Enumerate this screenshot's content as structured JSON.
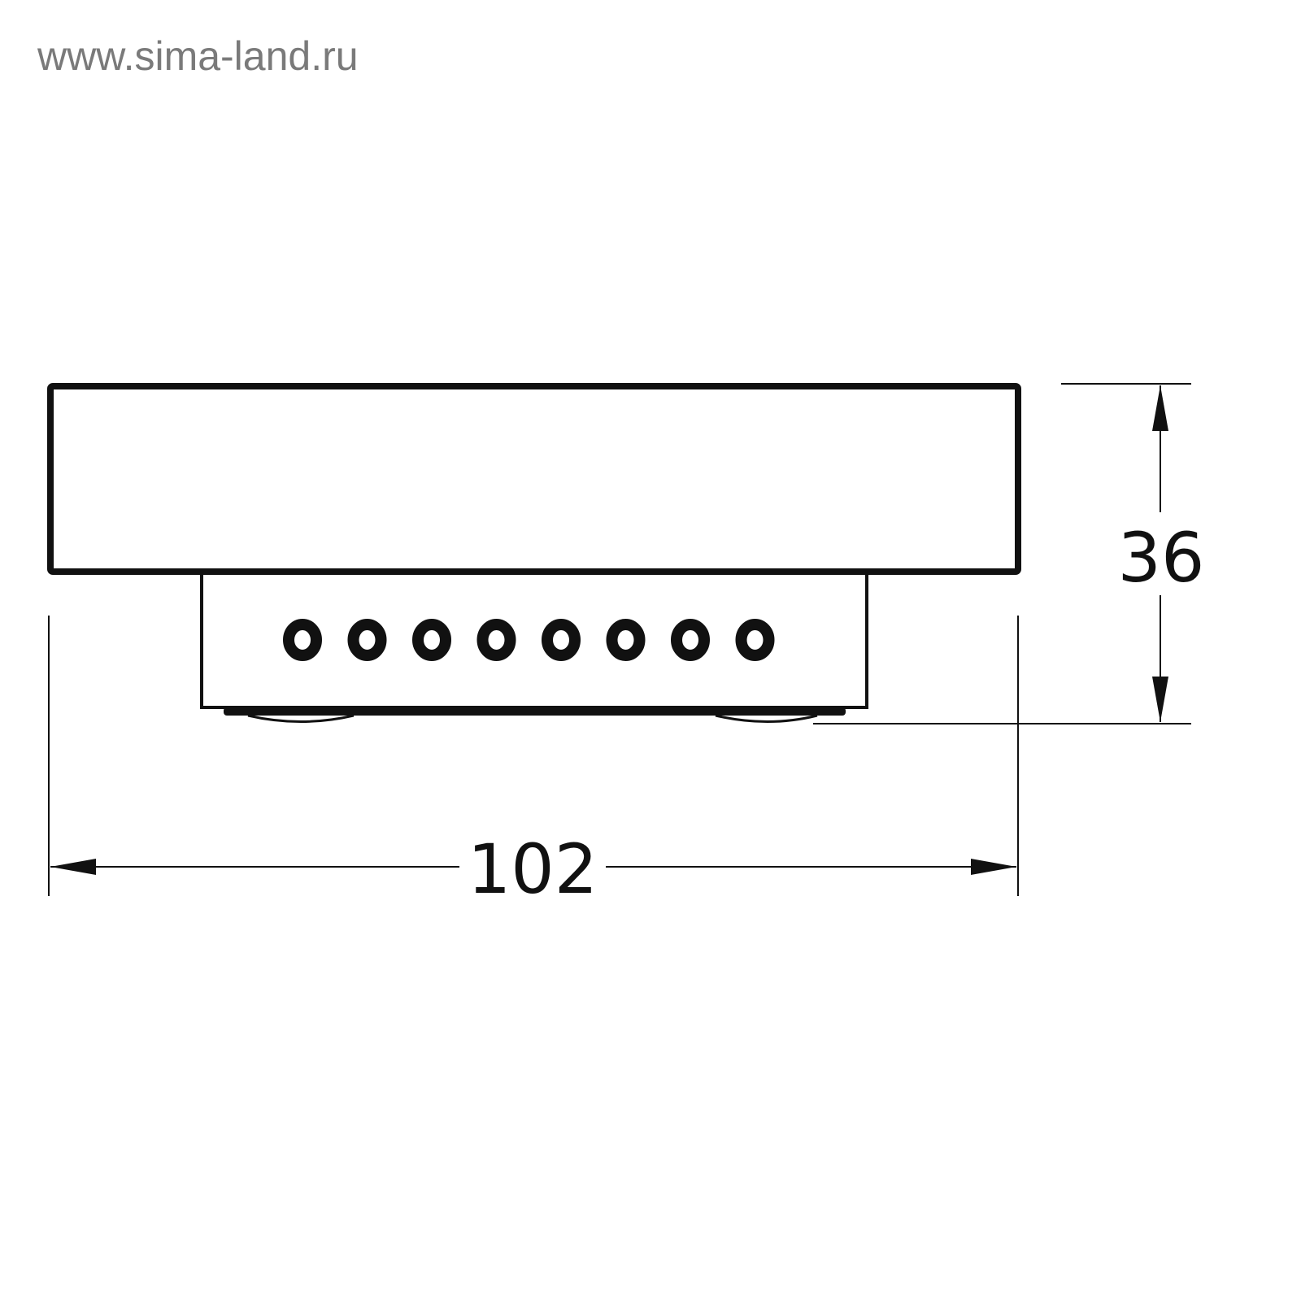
{
  "watermark": "www.sima-land.ru",
  "dimensions": {
    "width_label": "102",
    "height_label": "36"
  },
  "drawing": {
    "hole_count": 8,
    "line_color": "#111111"
  }
}
